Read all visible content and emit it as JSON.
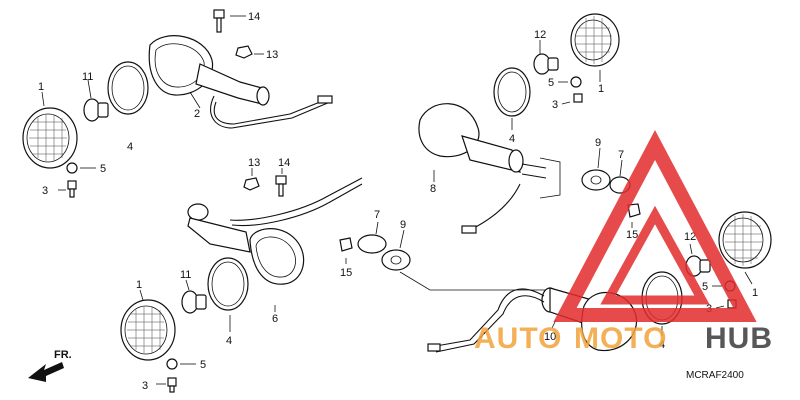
{
  "callouts": {
    "c_tl_1": "1",
    "c_tl_11": "11",
    "c_tl_2": "2",
    "c_tl_4": "4",
    "c_tl_5": "5",
    "c_tl_3": "3",
    "c_tl_14": "14",
    "c_tl_13": "13",
    "c_ml_13": "13",
    "c_ml_14": "14",
    "c_ml_6": "6",
    "c_ml_4": "4",
    "c_bl_1": "1",
    "c_bl_11": "11",
    "c_bl_5": "5",
    "c_bl_3": "3",
    "c_tr_12": "12",
    "c_tr_1": "1",
    "c_tr_5": "5",
    "c_tr_3": "3",
    "c_tr_4": "4",
    "c_mr_8": "8",
    "c_mr_9": "9",
    "c_mr_7": "7",
    "c_mr_15": "15",
    "c_mc_7": "7",
    "c_mc_9": "9",
    "c_mc_15": "15",
    "c_br_12": "12",
    "c_br_1": "1",
    "c_br_5": "5",
    "c_br_3": "3",
    "c_br_4": "4",
    "c_br_10": "10"
  },
  "direction_label": "FR.",
  "diagram_code": "MCRAF2400",
  "watermark": {
    "auto": "AUTO",
    "moto": "MOTO",
    "hub": "HUB",
    "color_red": "#e32b2b",
    "color_orange": "#f2a33a",
    "color_dark": "#3a3a3a"
  }
}
